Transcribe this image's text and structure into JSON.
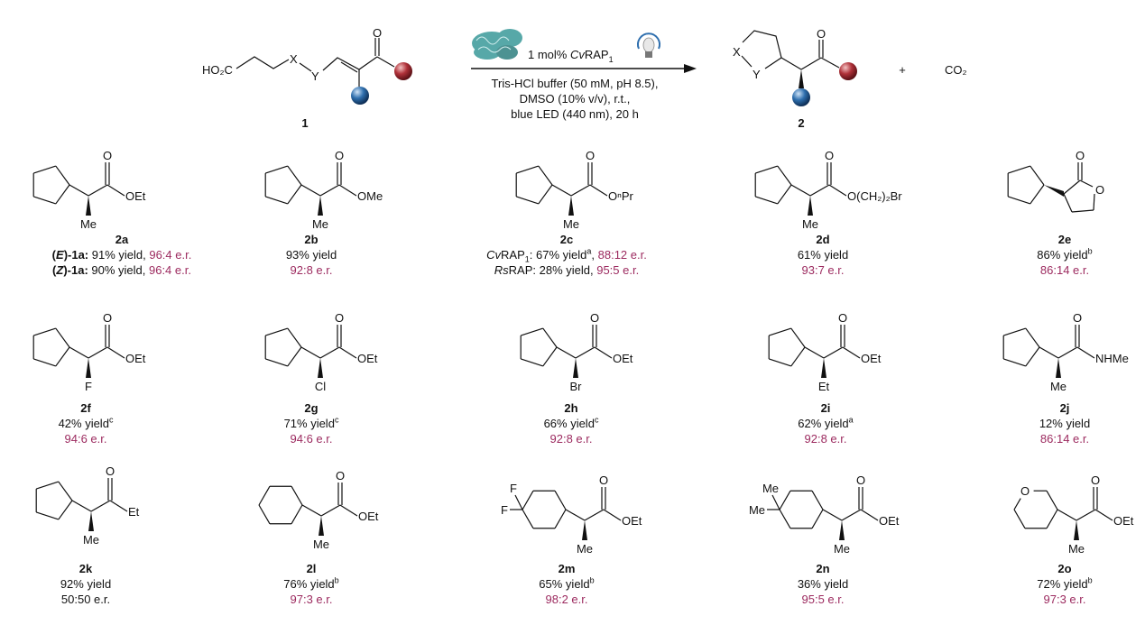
{
  "scheme": {
    "reactant": {
      "acid": "HO₂C",
      "x": "X",
      "y": "Y",
      "carbonyl_o": "O",
      "label": "1"
    },
    "product": {
      "x": "X",
      "y": "Y",
      "carbonyl_o": "O",
      "label": "2"
    },
    "plus": "+",
    "co2": "CO₂",
    "catalyst": {
      "amount": "1 mol% ",
      "enzyme_italic": "Cv",
      "enzyme": "RAP",
      "enzyme_sub": "1"
    },
    "conditions": [
      "Tris-HCl buffer (50 mM, pH 8.5),",
      "DMSO (10% v/v), r.t.,",
      "blue LED (440 nm), 20  h"
    ],
    "icons": [
      "enzyme-structure-icon",
      "light-bulb-icon",
      "reaction-arrow"
    ],
    "colors": {
      "red_group": "#b0323a",
      "blue_group": "#2f6fae",
      "er_text": "#9c2a5f",
      "enzyme": "#3a9a9a"
    }
  },
  "compounds": [
    {
      "id": "2a",
      "ring": "cyclopentyl",
      "alpha": "Me",
      "group": "OEt",
      "o": "O",
      "lines": [
        [
          {
            "t": "(",
            "s": "b"
          },
          {
            "t": "E",
            "s": "bi"
          },
          {
            "t": ")-1a:",
            "s": "b"
          },
          {
            "t": " 91% yield, "
          },
          {
            "t": "96:4 e.r.",
            "s": "er"
          }
        ],
        [
          {
            "t": "(",
            "s": "b"
          },
          {
            "t": "Z",
            "s": "bi"
          },
          {
            "t": ")-1a:",
            "s": "b"
          },
          {
            "t": " 90% yield, "
          },
          {
            "t": "96:4 e.r.",
            "s": "er"
          }
        ]
      ]
    },
    {
      "id": "2b",
      "ring": "cyclopentyl",
      "alpha": "Me",
      "group": "OMe",
      "o": "O",
      "lines": [
        [
          {
            "t": "93% yield"
          }
        ],
        [
          {
            "t": "92:8 e.r.",
            "s": "er"
          }
        ]
      ]
    },
    {
      "id": "2c",
      "ring": "cyclopentyl",
      "alpha": "Me",
      "group": "OⁿPr",
      "o": "O",
      "lines": [
        [
          {
            "t": "Cv",
            "s": "i"
          },
          {
            "t": "RAP"
          },
          {
            "t": "1",
            "s": "sub"
          },
          {
            "t": ": 67% yield"
          },
          {
            "t": "a",
            "s": "sup"
          },
          {
            "t": ", "
          },
          {
            "t": "88:12 e.r.",
            "s": "er"
          }
        ],
        [
          {
            "t": "Rs",
            "s": "i"
          },
          {
            "t": "RAP: 28% yield, "
          },
          {
            "t": "95:5 e.r.",
            "s": "er"
          }
        ]
      ]
    },
    {
      "id": "2d",
      "ring": "cyclopentyl",
      "alpha": "Me",
      "group": "O(CH₂)₂Br",
      "o": "O",
      "lines": [
        [
          {
            "t": "61% yield"
          }
        ],
        [
          {
            "t": "93:7 e.r.",
            "s": "er"
          }
        ]
      ]
    },
    {
      "id": "2e",
      "ring": "lactone",
      "alpha": "",
      "group": "O",
      "o": "O",
      "lines": [
        [
          {
            "t": "86% yield"
          },
          {
            "t": "b",
            "s": "sup"
          }
        ],
        [
          {
            "t": "86:14 e.r.",
            "s": "er"
          }
        ]
      ]
    },
    {
      "id": "2f",
      "ring": "cyclopentyl",
      "alpha": "F",
      "group": "OEt",
      "o": "O",
      "lines": [
        [
          {
            "t": "42% yield"
          },
          {
            "t": "c",
            "s": "sup"
          }
        ],
        [
          {
            "t": "94:6 e.r.",
            "s": "er"
          }
        ]
      ]
    },
    {
      "id": "2g",
      "ring": "cyclopentyl",
      "alpha": "Cl",
      "group": "OEt",
      "o": "O",
      "lines": [
        [
          {
            "t": "71% yield"
          },
          {
            "t": "c",
            "s": "sup"
          }
        ],
        [
          {
            "t": "94:6 e.r.",
            "s": "er"
          }
        ]
      ]
    },
    {
      "id": "2h",
      "ring": "cyclopentyl",
      "alpha": "Br",
      "group": "OEt",
      "o": "O",
      "lines": [
        [
          {
            "t": "66% yield"
          },
          {
            "t": "c",
            "s": "sup"
          }
        ],
        [
          {
            "t": "92:8 e.r.",
            "s": "er"
          }
        ]
      ]
    },
    {
      "id": "2i",
      "ring": "cyclopentyl",
      "alpha": "Et",
      "group": "OEt",
      "o": "O",
      "lines": [
        [
          {
            "t": "62% yield"
          },
          {
            "t": "a",
            "s": "sup"
          }
        ],
        [
          {
            "t": "92:8 e.r.",
            "s": "er"
          }
        ]
      ]
    },
    {
      "id": "2j",
      "ring": "cyclopentyl",
      "alpha": "Me",
      "group": "NHMe",
      "o": "O",
      "lines": [
        [
          {
            "t": "12% yield"
          }
        ],
        [
          {
            "t": "86:14 e.r.",
            "s": "er"
          }
        ]
      ]
    },
    {
      "id": "2k",
      "ring": "cyclopentyl",
      "alpha": "Me",
      "group": "Et",
      "o": "O",
      "lines": [
        [
          {
            "t": "92% yield"
          }
        ],
        [
          {
            "t": "50:50 e.r."
          }
        ]
      ]
    },
    {
      "id": "2l",
      "ring": "cyclohexyl",
      "alpha": "Me",
      "group": "OEt",
      "o": "O",
      "lines": [
        [
          {
            "t": "76% yield"
          },
          {
            "t": "b",
            "s": "sup"
          }
        ],
        [
          {
            "t": "97:3 e.r.",
            "s": "er"
          }
        ]
      ]
    },
    {
      "id": "2m",
      "ring": "difluorocyclohexyl",
      "alpha": "Me",
      "group": "OEt",
      "o": "O",
      "ring_subs": [
        "F",
        "F"
      ],
      "lines": [
        [
          {
            "t": "65% yield"
          },
          {
            "t": "b",
            "s": "sup"
          }
        ],
        [
          {
            "t": "98:2 e.r.",
            "s": "er"
          }
        ]
      ]
    },
    {
      "id": "2n",
      "ring": "dimethylcyclohexyl",
      "alpha": "Me",
      "group": "OEt",
      "o": "O",
      "ring_subs": [
        "Me",
        "Me"
      ],
      "lines": [
        [
          {
            "t": "36% yield"
          }
        ],
        [
          {
            "t": "95:5 e.r.",
            "s": "er"
          }
        ]
      ]
    },
    {
      "id": "2o",
      "ring": "oxanyl",
      "alpha": "Me",
      "group": "OEt",
      "o": "O",
      "ring_subs": [
        "O"
      ],
      "lines": [
        [
          {
            "t": "72% yield"
          },
          {
            "t": "b",
            "s": "sup"
          }
        ],
        [
          {
            "t": "97:3 e.r.",
            "s": "er"
          }
        ]
      ]
    }
  ]
}
